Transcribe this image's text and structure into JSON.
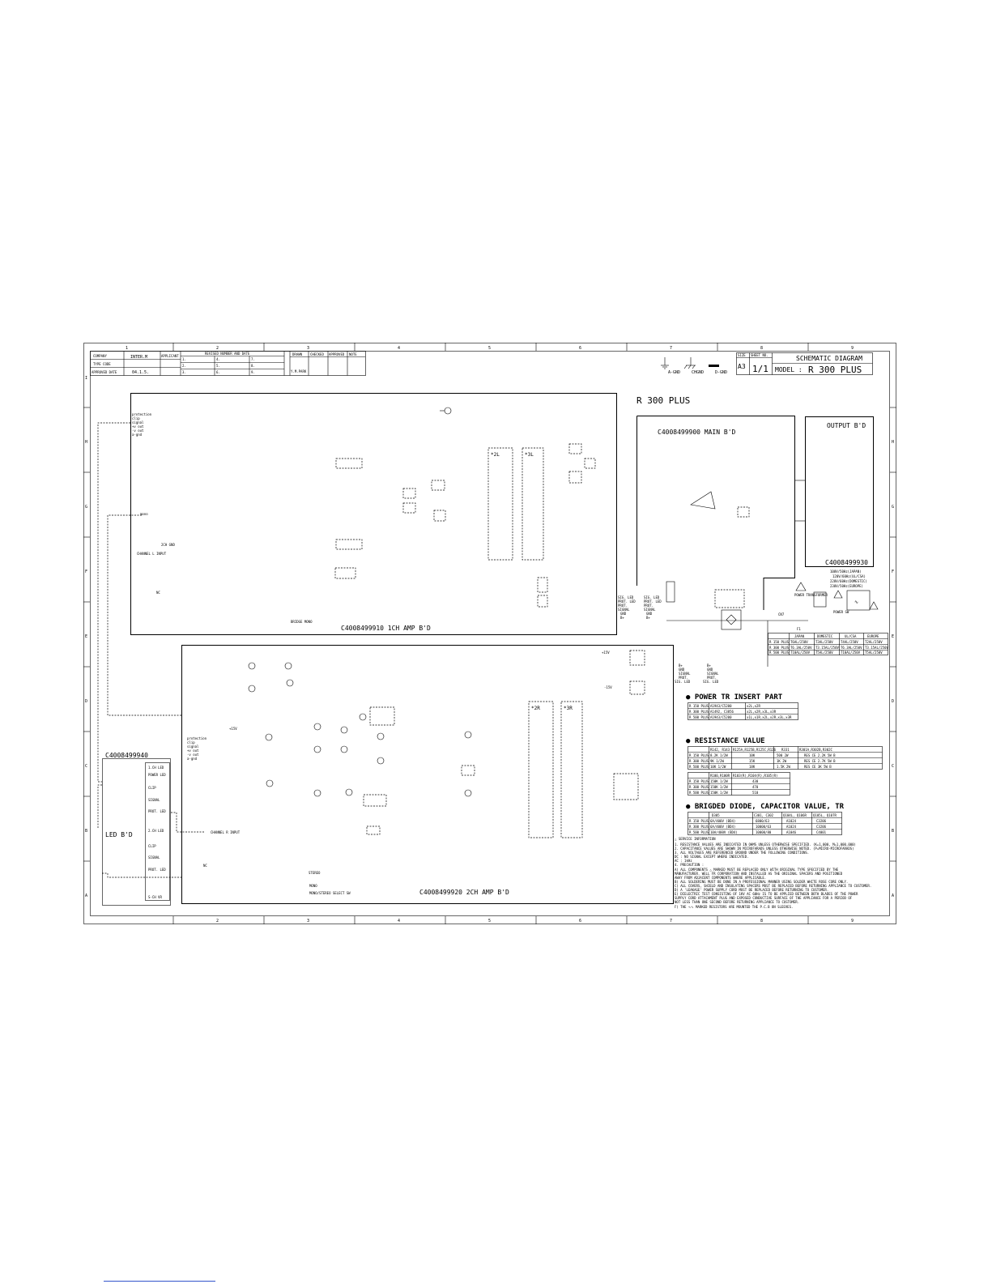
{
  "title_block": {
    "company_label": "COMPANY",
    "company_value": "INTER.M",
    "applicant_label": "APPLICANT",
    "type_code_label": "TYPE CODE",
    "approved_date_label": "APPROVED DATE",
    "approved_date_value": "04.1.5.",
    "revised_label": "REVISED NUMBER AND DATE",
    "drawn_label": "DRAWN",
    "checked_label": "CHECKED",
    "approved_label": "APPROVED",
    "note_label": "NOTE",
    "drawn_by": "Y.M.PARK",
    "rev_1": "1.",
    "rev_2": "2.",
    "rev_3": "3.",
    "rev_4": "4.",
    "rev_5": "5.",
    "rev_6": "6.",
    "rev_7": "7.",
    "rev_8": "8.",
    "rev_9": "9.",
    "size_label": "SIZE",
    "size_value": "A3",
    "sheet_label": "SHEET NO.",
    "sheet_value": "1/1",
    "doc_title": "SCHEMATIC DIAGRAM",
    "model_label": "MODEL :",
    "model_value": "R 300 PLUS",
    "gnd_a": "A-GND",
    "gnd_ch": "CHGND",
    "gnd_d": "D-GND"
  },
  "grid": {
    "cols": [
      "1",
      "2",
      "3",
      "4",
      "5",
      "6",
      "7",
      "8",
      "9"
    ],
    "rows": [
      "I",
      "H",
      "G",
      "F",
      "E",
      "D",
      "C",
      "B",
      "A"
    ]
  },
  "product_title": "R 300 PLUS",
  "boards": {
    "amp1": "C4008499910   1CH AMP B'D",
    "amp2": "C4008499920   2CH AMP B'D",
    "main": "C4008499900   MAIN B'D",
    "output_title": "OUTPUT B'D",
    "output_code": "C4008499930",
    "led_code": "C4008499940",
    "led_title": "LED B'D"
  },
  "amp_labels": {
    "prot_1": "protection",
    "prot_2": "clip",
    "prot_3": "signal",
    "prot_4": "+v out",
    "prot_5": "-v out",
    "prot_6": "a-gnd",
    "mono": "mono",
    "ch1_gnd": "2CH GND",
    "ch1_input": "CHANNEL L INPUT",
    "nc1": "NC",
    "bridge": "BRIDGE MONO",
    "ch2_input": "CHANNEL R INPUT",
    "nc2": "NC",
    "stereo": "STEREO",
    "mono2": "MONO",
    "select": "MONO/STEREO SELECT SW",
    "heat_2l": "*2L",
    "heat_3l": "*3L",
    "heat_2r": "*2R",
    "heat_3r": "*3R",
    "v15p": "+15V",
    "v15n": "-15V",
    "v15c": "+15V"
  },
  "led_labels": {
    "l1": "1.CH LED",
    "l2": "POWER LED",
    "l3": "CLIP",
    "l4": "SIGNAL",
    "l5": "PROT. LED",
    "l6": "2.CH LED",
    "l7": "CLIP",
    "l8": "SIGNAL",
    "l9": "PROT. LED",
    "l10": "S-CH VR"
  },
  "mains": {
    "v1": "100V/50Hz(JAPAN)",
    "v2": "120V/60Hz(UL/CSA)",
    "v3": "220V/60Hz(DOMESTIC)",
    "v4": "230V/50Hz(EUROPE)",
    "power_tr": "POWER TRANSFORMER",
    "power_sw": "POWER SW",
    "fuse": "F1",
    "cn": "CN7"
  },
  "sig_labels": {
    "a": "SIG. LED",
    "b": "PROT. LED",
    "c": "PROT.",
    "d": "SIGNAL",
    "e": "GND",
    "f": "B+"
  },
  "fuse_table": {
    "headers": [
      "",
      "JAPAN",
      "DOMESTIC",
      "UL/CSA",
      "EUROPE"
    ],
    "rows": [
      [
        "R 150 PLUS",
        "T6AL/250V",
        "T3AL/250V",
        "T4AL/250V",
        "T2AL/250V"
      ],
      [
        "R 300 PLUS",
        "T6.3AL/250V",
        "T3.15AL/250V",
        "T6.3AL/250V",
        "T3.15AL/250V"
      ],
      [
        "R 500 PLUS",
        "T10AL/250V",
        "T5AL/250V",
        "T10AL/250V",
        "T5AL/250V"
      ]
    ]
  },
  "power_tr": {
    "title": "●  POWER TR INSERT PART",
    "rows": [
      [
        "R 150 PLUS",
        "A1943/C5200",
        "x2L,x2R"
      ],
      [
        "R 300 PLUS",
        "A1492, C3856",
        "x2L,x2R,x3L,x3R"
      ],
      [
        "R 500 PLUS",
        "A1943/C5200",
        "x1L,x1R,x2L,x2R,x3L,x3R"
      ]
    ]
  },
  "resistance": {
    "title": "●  RESISTANCE VALUE",
    "headers": [
      "",
      "R142, R143",
      "R125A,R125B,R125C,R126",
      "R331",
      "R301A,R302B,R302C"
    ],
    "rows": [
      [
        "R 150 PLUS",
        "8.2K 1/2W",
        "10K",
        "500 2W",
        "RES CE 2.2K 5W B"
      ],
      [
        "R 300 PLUS",
        "9K 1/2W",
        "15K",
        "1K 2W",
        "RES CE 2.7K 5W B"
      ],
      [
        "R 500 PLUS",
        "10K 1/2W",
        "18K",
        "1.5K 2W",
        "RES CE 3K 5W B"
      ]
    ],
    "headers2": [
      "",
      "R100,R100R",
      "R103(R),R104(R),R105(R)"
    ],
    "rows2": [
      [
        "R 150 PLUS",
        "150K 1/2W",
        "430"
      ],
      [
        "R 300 PLUS",
        "150K 1/2W",
        "470"
      ],
      [
        "R 500 PLUS",
        "150K 1/2W",
        "510"
      ]
    ]
  },
  "bridge": {
    "title": "●  BRIGDED DIODE, CAPACITOR VALUE, TR",
    "headers": [
      "",
      "D305",
      "C301, C302",
      "Q104L, Q106R",
      "Q105L, Q107R"
    ],
    "rows": [
      [
        "R 150 PLUS",
        "6A/400V (BD4)",
        "6800/63",
        "A1024",
        "C3206"
      ],
      [
        "R 300 PLUS",
        "6A/400V (BD4)",
        "10000/63",
        "A1024",
        "C3206"
      ],
      [
        "R 500 PLUS",
        "10A/400V (BD4)",
        "10000/80",
        "A1046",
        "C4001"
      ]
    ]
  },
  "notes": [
    "△ SERVICE INFORMATION",
    "1. RESISTANCE VALUES ARE INDICATED IN OHMS UNLESS OTHERWISE SPECIFIED.    (K=1,000, M=1,000,000)",
    "2. CAPACITANCE VALUES ARE SHOWN IN MICROFARADS UNLESS OTHERWISE NOTED.    (P=MICRO-MICROFARADS)",
    "3. ALL VOLTAGES ARE REFERENCED GROUND UNDER THE FOLLOWING CONDITIONS.",
    "   DC : NO SIGNAL EXCEPT WHERE INDICATED.",
    "   AC : 1kHz",
    "4.  PRECAUTION :",
    "A) ALL COMPONENTS △ MARKED MUST BE REPLACED ONLY WITH ORIGINAL TYPE SPECIFIED BY THE",
    "   MANUFACTURER. WELL FR CORPORATION AND INSTALLED AS THE ORIGINAL SPACERS AND POSITIONED",
    "   AWAY FROM ADJACENT COMPONENTS WHERE APPLICABLE.",
    "B) ALL SOLDERING MUST BE DONE IN A PROFESSIONAL MANNER USING SOLDER WHITE ROSE CORE ONLY.",
    "C) ALL COVERS, SHIELD AND INSULATING SPACERS MUST BE REPLACED BEFORE RETURNING APPLIANCE TO CUSTOMER.",
    "D) A 'LEAKAGE' POWER SUPPLY CORD MUST BE REPLACED BEFORE RETURNING TO CUSTOMER.",
    "E) DIELECTRIC TEST CONSISTING OF 1KV AC 60Hz IS TO BE APPLIED BETWEEN BOTH BLADES OF THE POWER",
    "   SUPPLY CORD ATTACHMENT PLUG AND EXPOSED CONDUCTIVE SURFACE OF THE APPLIANCE FOR A PERIOD OF",
    "   NOT LESS THAN ONE SECOND BEFORE RETURNING APPLIANCE TO CUSTOMER.",
    "F) THE ∿∿ MARKED RESISTORS ARE MOUNTED THE P.C.B ON SLEEVES."
  ]
}
